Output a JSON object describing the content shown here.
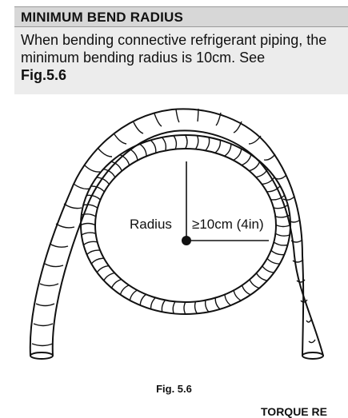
{
  "section": {
    "title": "MINIMUM BEND RADIUS",
    "body": "When bending connective refrigerant piping, the minimum bending radius is 10cm. See",
    "figure_ref": "Fig.5.6"
  },
  "figure": {
    "radius_label": "Radius",
    "radius_value": "≥10cm (4in)",
    "caption": "Fig. 5.6"
  },
  "next_heading": "TORQUE RE"
}
